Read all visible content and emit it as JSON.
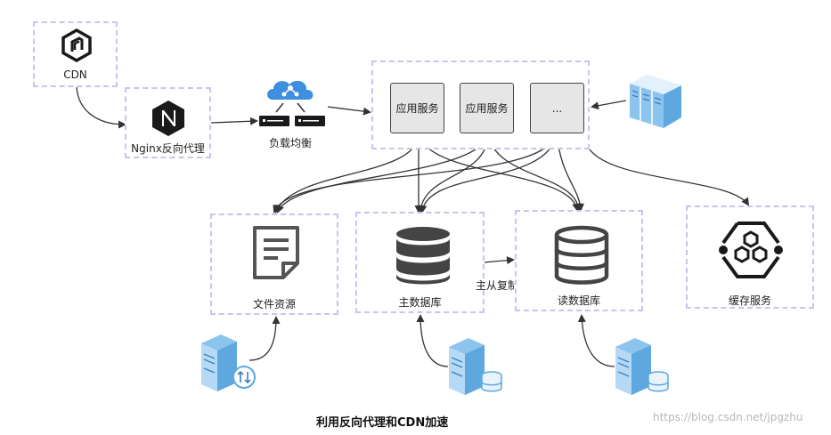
{
  "nodes": {
    "cdn": "CDN",
    "nginx": "Nginx反向代理",
    "load_balancer": "负载均衡",
    "app_service_1": "应用服务",
    "app_service_2": "应用服务",
    "app_service_more": "...",
    "file_resource": "文件资源",
    "master_db": "主数据库",
    "read_db": "读数据库",
    "cache_service": "缓存服务"
  },
  "edges": {
    "master_slave_replication": "主从复制"
  },
  "caption": "利用反向代理和CDN加速",
  "watermark": "https://blog.csdn.net/jpgzhu",
  "colors": {
    "dashed_border": "#c9c3f0",
    "arrow": "#333333",
    "icon_dark": "#1a1a1a",
    "server_blue": "#8cc4ee",
    "load_balancer_blue": "#3d8fe0"
  }
}
